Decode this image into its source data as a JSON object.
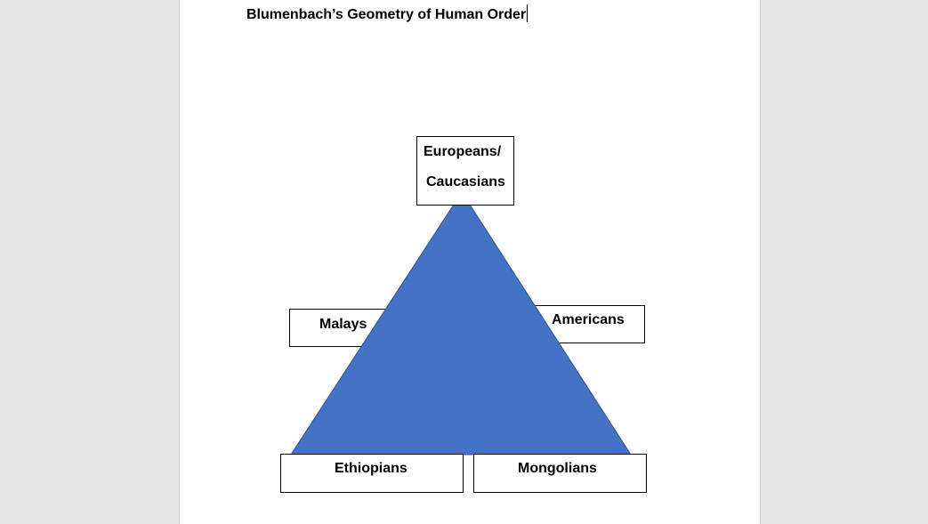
{
  "document": {
    "title": "Blumenbach’s Geometry of Human Order",
    "diagram": {
      "top_line1": "Europeans/",
      "top_line2": "Caucasians",
      "left_middle": "Malays",
      "right_middle": "Americans",
      "bottom_left": "Ethiopians",
      "bottom_right": "Mongolians",
      "triangle_color": "#4472c4"
    }
  }
}
